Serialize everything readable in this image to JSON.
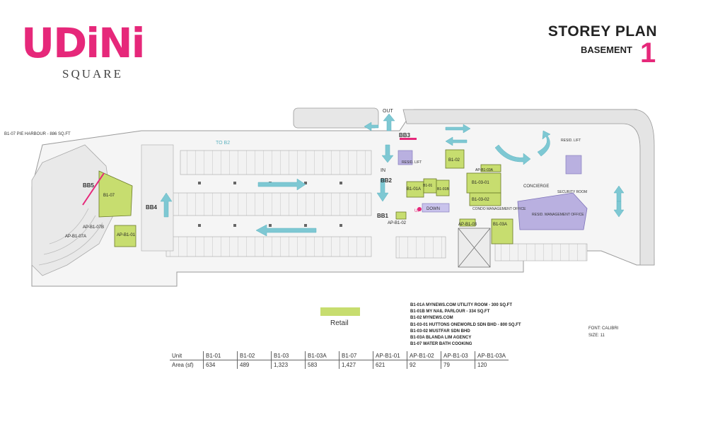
{
  "logo": {
    "main": "UDiNi",
    "sub": "SQUARE"
  },
  "header": {
    "title": "STOREY PLAN",
    "subtitle": "BASEMENT",
    "number": "1"
  },
  "note_top_left": "B1-07 PIE HARBOUR - 886 SQ.FT",
  "labels": {
    "to_b2": "TO B2",
    "out": "OUT",
    "in": "IN",
    "up": "UP",
    "down": "DOWN",
    "bb1": "BB1",
    "bb2": "BB2",
    "bb3": "BB3",
    "bb4": "BB4",
    "bb5": "BB5",
    "resid_lift": "RESID. LIFT",
    "concierge": "CONCIERGE",
    "security_room": "SECURITY ROOM",
    "resid_management_office": "RESID. MANAGEMENT OFFICE",
    "condo_management_office": "CONDO MANAGEMENT OFFICE",
    "resid_lift_2": "RESID. LIFT"
  },
  "units": {
    "b1_07": "B1-07",
    "ap_b1_07b": "AP-B1-07B",
    "ap_b1_07a": "AP-B1-07A",
    "ap_b1_01": "AP-B1-01",
    "b1_02": "B1-02",
    "ap_b1_03a": "AP-B1-03A",
    "b1_01a": "B1-01A",
    "b1_01": "B1-01",
    "b1_01b": "B1-01B",
    "b1_03_01": "B1-03-01",
    "b1_03_02": "B1-03-02",
    "ap_b1_02": "AP-B1-02",
    "ap_b1_03": "AP-B1-03",
    "b1_03a": "B1-03A"
  },
  "legend": {
    "retail": "Retail",
    "retail_color": "#c7dd6f"
  },
  "tenant_list": [
    "B1-01A MYNEWS.COM UTILITY ROOM - 300 SQ.FT",
    "B1-01B MY NAIL PARLOUR - 334 SQ.FT",
    "B1-02 MYNEWS.COM",
    "B1-03-01 HUTTONS ONEWORLD SDN BHD - 800 SQ.FT",
    "B1-03-02 MUSTFAR SDN BHD",
    "B1-03A BLANDA LIM AGENCY",
    "B1-07 WATER BATH COOKING"
  ],
  "font_note": [
    "FONT: CALIBRI",
    "SIZE: 11"
  ],
  "area_table": {
    "header": [
      "Unit",
      "B1-01",
      "B1-02",
      "B1-03",
      "B1-03A",
      "B1-07",
      "AP-B1-01",
      "AP-B1-02",
      "AP-B1-03",
      "AP-B1-03A"
    ],
    "row": [
      "Area (sf)",
      "634",
      "489",
      "1,323",
      "583",
      "1,427",
      "621",
      "92",
      "79",
      "120"
    ]
  },
  "colors": {
    "accent": "#e6287a",
    "arrow": "#7ec8d3",
    "retail": "#c7dd6f",
    "management": "#b9b0e0"
  }
}
